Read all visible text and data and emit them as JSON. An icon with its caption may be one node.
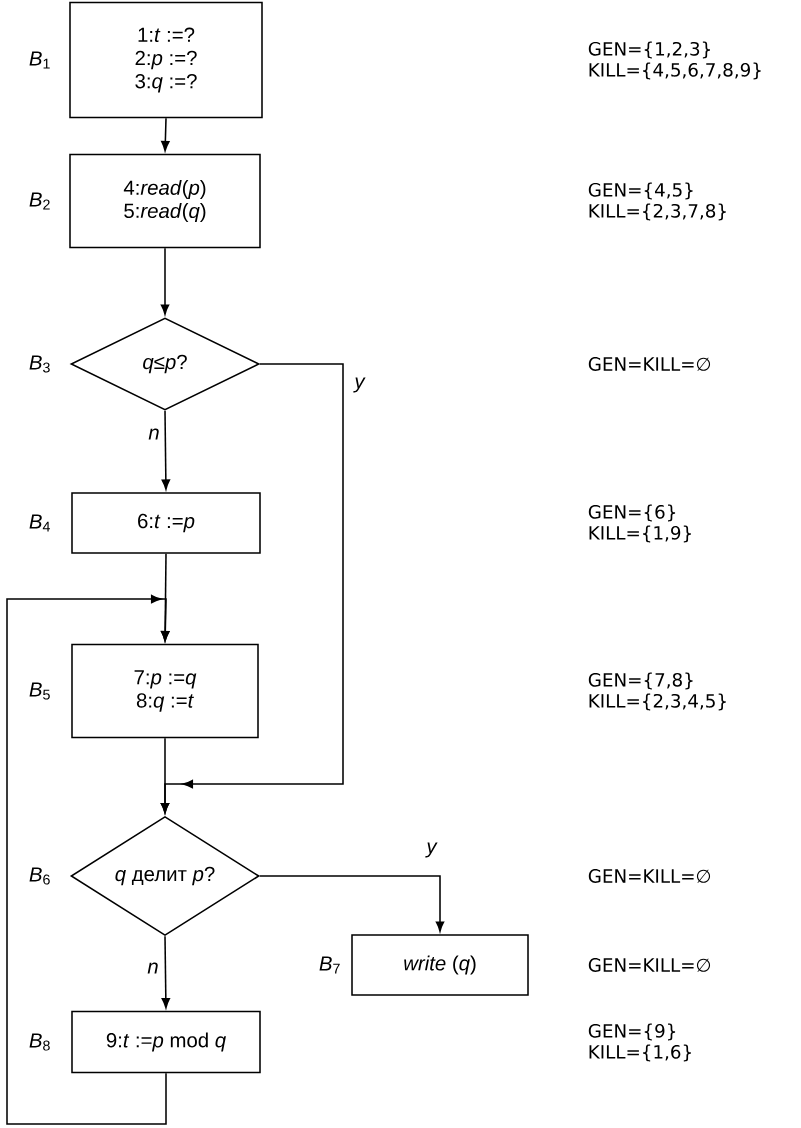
{
  "diagram": {
    "nodes": [
      {
        "text": [
          "1:*t*  :=?",
          "2:*p* :=?",
          "3:*q* :=?"
        ],
        "beside": [
          "*B*$_{1}$"
        ]
      },
      {
        "text": [
          "4:*read*(*p*)",
          "5:*read*(*q*)"
        ],
        "beside": [
          "*B*$_{2}$"
        ]
      },
      {
        "text": [
          "*q*≤*p*?"
        ],
        "beside": [
          "*B*$_{3}$"
        ]
      },
      {
        "text": [
          "6:*t* :=*p*"
        ],
        "beside": [
          "*B*$_{4}$"
        ]
      },
      {
        "text": [
          "7:*p* :=*q*",
          "8:*q* :=*t*"
        ],
        "beside": [
          "*B*$_{5}$"
        ]
      },
      {
        "text": [
          "*q* делит *p*?"
        ],
        "beside": [
          "*B*$_{6}$"
        ]
      },
      {
        "text": [
          "*write* (*q*)"
        ],
        "beside": [
          "*B*$_{7}$"
        ]
      },
      {
        "text": [
          "9:*t* :=*p* mod *q*"
        ],
        "beside": [
          "*B*$_{8}$"
        ]
      }
    ],
    "labels": [
      "GEN={1,2,3}",
      "KILL={4,5,6,7,8,9}",
      "GEN={4,5}",
      "KILL={2,3,7,8}",
      "GEN=KILL=∅",
      "GEN={6}",
      "KILL={1,9}",
      "GEN={7,8}",
      "KILL={2,3,4,5}",
      "GEN=KILL=∅",
      "GEN=KILL=∅",
      "GEN={9}",
      "KILL={1,6}"
    ],
    "edges": [
      {
        "from": 0,
        "to": 1,
        "arrow": "to"
      },
      {
        "from": 1,
        "to": 2,
        "arrow": "to"
      },
      {
        "from": 2,
        "to": 3,
        "arrow": "to",
        "label": "*n*"
      },
      {
        "from": 2,
        "to": 5,
        "arrow": "to",
        "label": "*y*"
      },
      {
        "from": 3,
        "to": 4,
        "arrow": "to"
      },
      {
        "from": 4,
        "to": 5,
        "arrow": "to"
      },
      {
        "from": 5,
        "to": 6,
        "arrow": "to",
        "label": "*y*"
      },
      {
        "from": 5,
        "to": 7,
        "arrow": "to",
        "label": "*n*"
      },
      {
        "from": 7,
        "to": 4,
        "arrow": "to"
      }
    ]
  }
}
